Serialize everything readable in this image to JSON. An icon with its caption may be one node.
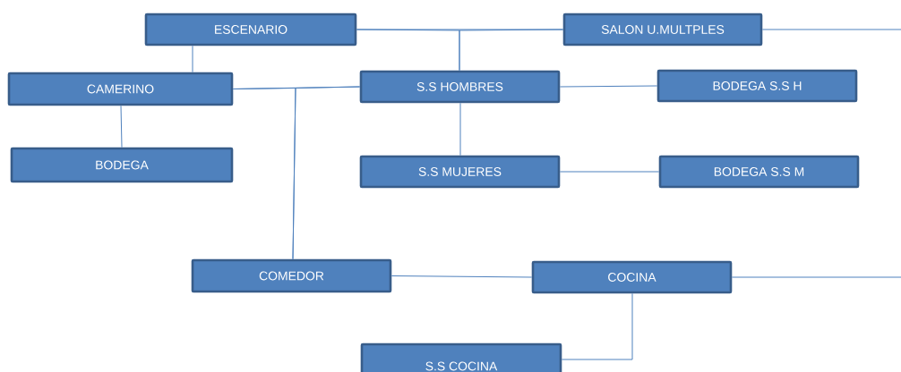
{
  "diagram": {
    "nodes": [
      {
        "text": [
          "ESCENARIO"
        ]
      },
      {
        "text": [
          "SALON U.MULTPLES"
        ]
      },
      {
        "text": [
          "CAMERINO"
        ]
      },
      {
        "text": [
          "S.S HOMBRES"
        ]
      },
      {
        "text": [
          "BODEGA S.S H"
        ]
      },
      {
        "text": [
          "BODEGA"
        ]
      },
      {
        "text": [
          "S.S MUJERES"
        ]
      },
      {
        "text": [
          "BODEGA S.S M"
        ]
      },
      {
        "text": [
          "COMEDOR"
        ]
      },
      {
        "text": [
          "COCINA"
        ]
      },
      {
        "text": [
          "S.S COCINA"
        ]
      }
    ],
    "edges": [
      {
        "from": 0,
        "to": 1,
        "arrow": "none"
      },
      {
        "from": 0,
        "to": 3,
        "arrow": "none"
      },
      {
        "from": 1,
        "to": 3,
        "arrow": "none"
      },
      {
        "from": 1,
        "to": null,
        "arrow": "none"
      },
      {
        "from": 0,
        "to": 2,
        "arrow": "none"
      },
      {
        "from": 2,
        "to": 5,
        "arrow": "none"
      },
      {
        "from": 2,
        "to": 3,
        "arrow": "none"
      },
      {
        "from": 2,
        "to": 8,
        "arrow": "none"
      },
      {
        "from": 3,
        "to": 8,
        "arrow": "none"
      },
      {
        "from": 3,
        "to": 4,
        "arrow": "none"
      },
      {
        "from": 3,
        "to": 6,
        "arrow": "none"
      },
      {
        "from": 6,
        "to": 7,
        "arrow": "none"
      },
      {
        "from": 8,
        "to": 9,
        "arrow": "none"
      },
      {
        "from": 9,
        "to": 10,
        "arrow": "none"
      },
      {
        "from": 9,
        "to": null,
        "arrow": "none"
      }
    ]
  }
}
